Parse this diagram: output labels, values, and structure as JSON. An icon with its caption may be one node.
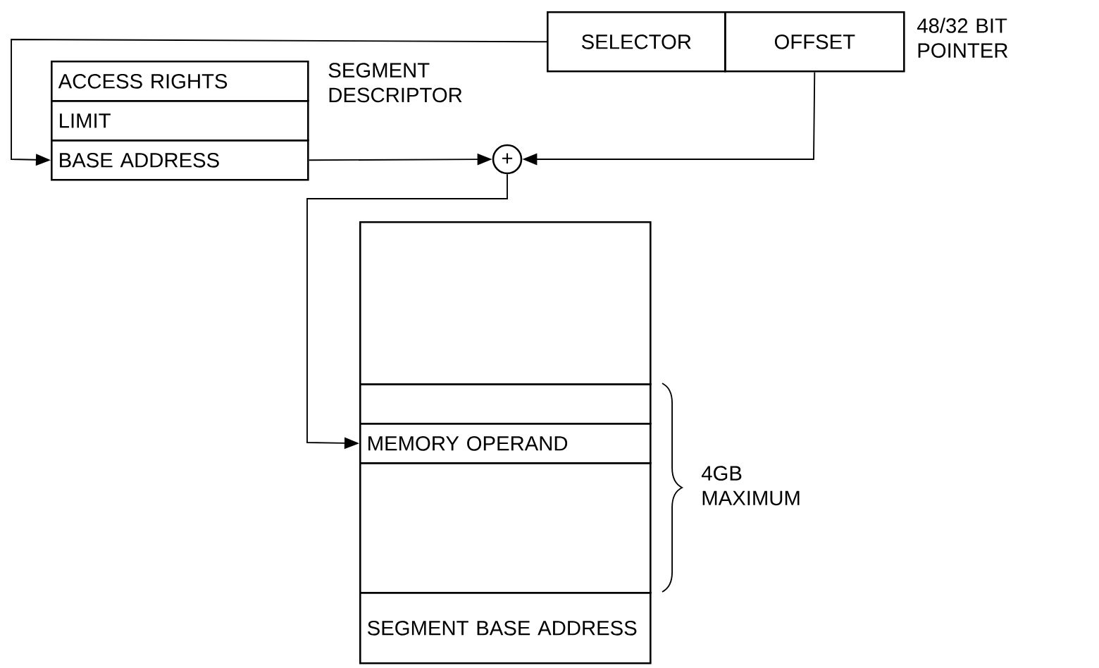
{
  "diagram": {
    "nodes": [
      {
        "text": [
          "SELECTOR"
        ]
      },
      {
        "text": [
          "OFFSET"
        ]
      },
      {
        "text": [
          "ACCESS RIGHTS"
        ]
      },
      {
        "text": [
          "LIMIT"
        ]
      },
      {
        "text": [
          "BASE ADDRESS"
        ]
      },
      {
        "text": [
          "+"
        ]
      },
      {
        "text": [],
        "shape": "box"
      },
      {
        "text": [],
        "shape": "box"
      },
      {
        "text": [
          "MEMORY OPERAND"
        ]
      },
      {
        "text": [],
        "shape": "box"
      },
      {
        "text": [
          "SEGMENT BASE ADDRESS"
        ]
      }
    ],
    "edges": [
      {
        "from": 0,
        "to": 4,
        "arrow": "to"
      },
      {
        "from": 4,
        "to": 5,
        "arrow": "to"
      },
      {
        "from": 1,
        "to": 5,
        "arrow": "to"
      },
      {
        "from": 5,
        "to": 8,
        "arrow": "to"
      }
    ],
    "labels": [
      "48/32 BIT POINTER",
      "SEGMENT DESCRIPTOR",
      "4GB MAXIMUM"
    ]
  }
}
